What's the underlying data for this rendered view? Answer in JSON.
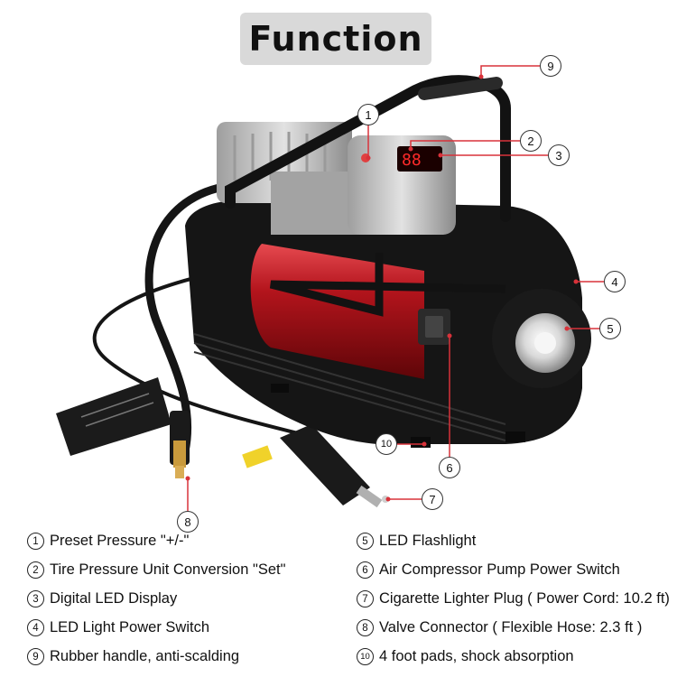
{
  "title": "Function",
  "callouts": [
    "1",
    "2",
    "3",
    "4",
    "5",
    "6",
    "7",
    "8",
    "9",
    "10"
  ],
  "legend": [
    {
      "num": "1",
      "text": "Preset Pressure \"+/-\""
    },
    {
      "num": "2",
      "text": "Tire Pressure Unit Conversion \"Set\""
    },
    {
      "num": "3",
      "text": "Digital LED Display"
    },
    {
      "num": "4",
      "text": "LED Light Power Switch"
    },
    {
      "num": "9",
      "text": "Rubber handle, anti-scalding"
    },
    {
      "num": "5",
      "text": "LED Flashlight"
    },
    {
      "num": "6",
      "text": "Air Compressor Pump Power Switch"
    },
    {
      "num": "7",
      "text": "Cigarette Lighter Plug ( Power Cord: 10.2 ft)"
    },
    {
      "num": "8",
      "text": "Valve Connector ( Flexible Hose: 2.3 ft )"
    },
    {
      "num": "10",
      "text": "4 foot pads, shock absorption"
    }
  ],
  "colors": {
    "accent_red": "#b3141c",
    "leader_red": "#d8323a",
    "body_black": "#141414",
    "metal": "#c9c9c9"
  }
}
